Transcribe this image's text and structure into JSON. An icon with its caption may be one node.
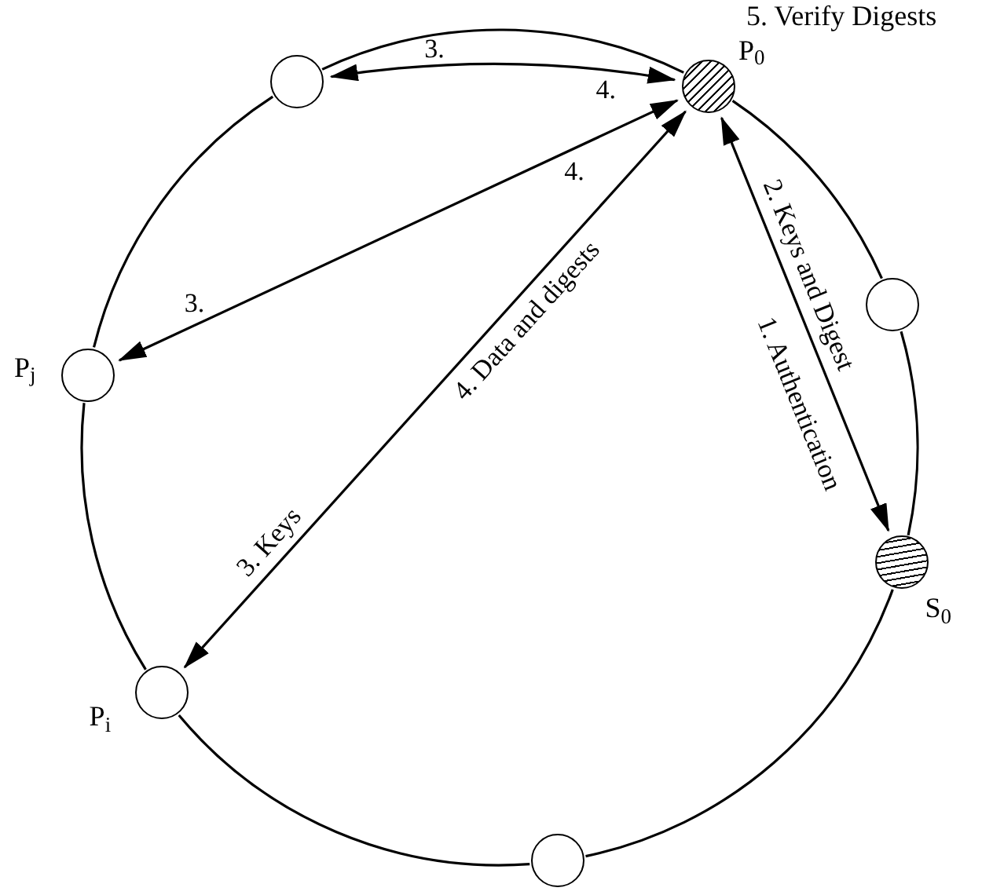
{
  "diagram": {
    "nodes": [
      {
        "text": [],
        "shape": "circle"
      },
      {
        "text": [
          "P$_{0}$"
        ],
        "beside": [
          "5. Verify Digests"
        ]
      },
      {
        "text": [],
        "shape": "circle"
      },
      {
        "text": [
          "P$_{j}$"
        ]
      },
      {
        "text": [
          "S$_{0}$"
        ]
      },
      {
        "text": [
          "P$_{i}$"
        ]
      },
      {
        "text": [],
        "shape": "circle"
      }
    ],
    "edges": [
      {
        "from": 0,
        "to": 1,
        "arrow": "both",
        "label": "3."
      },
      {
        "from": 3,
        "to": 1,
        "arrow": "both",
        "label": "3."
      },
      {
        "from": 5,
        "to": 1,
        "arrow": "both",
        "label": "3. Keys"
      },
      {
        "from": 1,
        "to": 4,
        "arrow": "both",
        "label": "1. Authentication"
      },
      {
        "from": 0,
        "to": 1,
        "arrow": "none"
      },
      {
        "from": 1,
        "to": 2,
        "arrow": "none"
      },
      {
        "from": 2,
        "to": 4,
        "arrow": "none"
      },
      {
        "from": 4,
        "to": 6,
        "arrow": "none"
      },
      {
        "from": 6,
        "to": 5,
        "arrow": "none"
      },
      {
        "from": 5,
        "to": 3,
        "arrow": "none"
      },
      {
        "from": 3,
        "to": 0,
        "arrow": "none"
      }
    ],
    "labels": [
      "4.",
      "4.",
      "4. Data and digests",
      "2. Keys and Digest"
    ]
  }
}
